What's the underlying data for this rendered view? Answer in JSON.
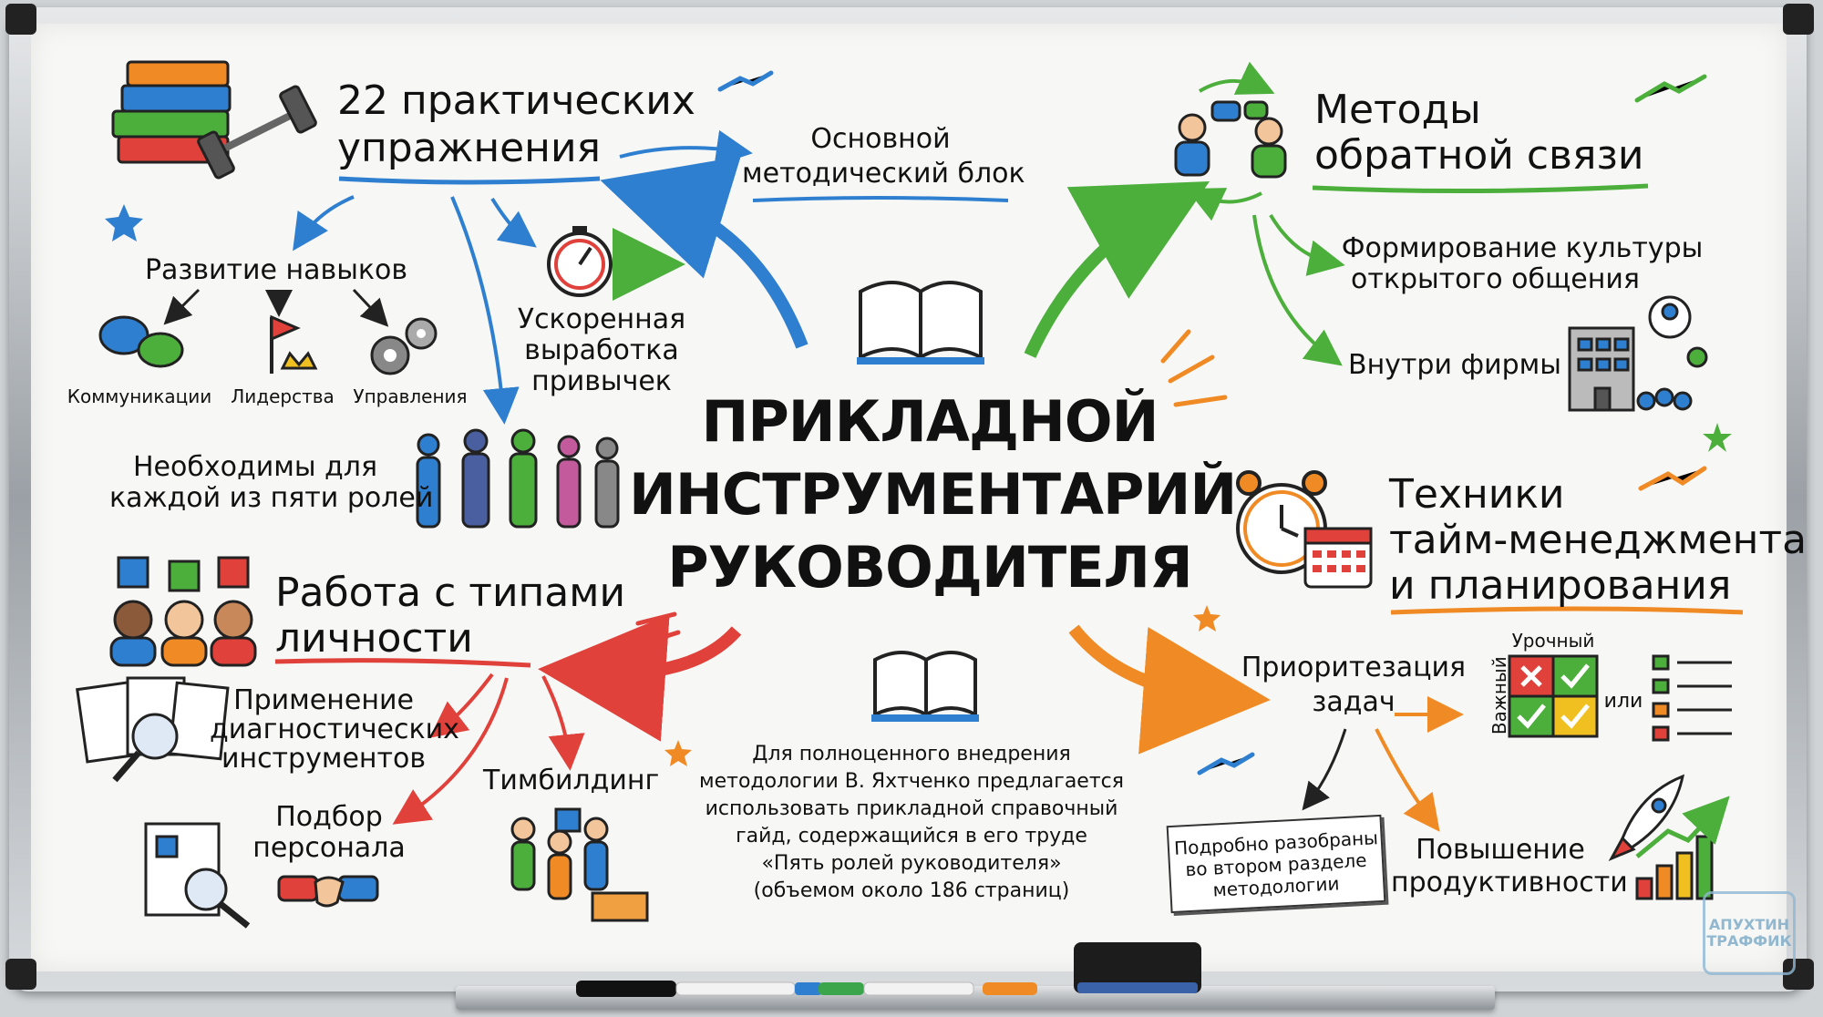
{
  "center_title": {
    "line1": "ПРИКЛАДНОЙ",
    "line2": "ИНСТРУМЕНТАРИЙ",
    "line3": "РУКОВОДИТЕЛЯ"
  },
  "exercises": {
    "title_line1": "22 практических",
    "title_line2": "упражнения",
    "skills": "Развитие навыков",
    "skill_items": [
      "Коммуникации",
      "Лидерства",
      "Управления"
    ],
    "habits_line1": "Ускоренная",
    "habits_line2": "выработка",
    "habits_line3": "привычек",
    "roles_line1": "Необходимы для",
    "roles_line2": "каждой из пяти ролей"
  },
  "method_block": {
    "line1": "Основной",
    "line2": "методический блок"
  },
  "feedback": {
    "title_line1": "Методы",
    "title_line2": "обратной связи",
    "culture_line1": "Формирование культуры",
    "culture_line2": "открытого общения",
    "inside": "Внутри фирмы"
  },
  "time": {
    "title_line1": "Техники",
    "title_line2": "тайм-менеджмента",
    "title_line3": "и планирования",
    "prio_line1": "Приоритезация",
    "prio_line2": "задач",
    "urgent": "Урочный",
    "important": "Важный",
    "or": "или",
    "note_line1": "Подробно разобраны",
    "note_line2": "во втором разделе",
    "note_line3": "методологии",
    "prod_line1": "Повышение",
    "prod_line2": "продуктивности"
  },
  "personality": {
    "title_line1": "Работа с типами",
    "title_line2": "личности",
    "diag_line1": "Применение",
    "diag_line2": "диагностических",
    "diag_line3": "инструментов",
    "hiring_line1": "Подбор",
    "hiring_line2": "персонала",
    "teambuilding": "Тимбилдинг"
  },
  "guide": {
    "line1": "Для полноценного внедрения",
    "line2": "методологии В. Яхтченко предлагается",
    "line3": "использовать прикладной справочный",
    "line4": "гайд, содержащийся в его труде",
    "line5": "«Пять ролей руководителя»",
    "line6": "(объемом около 186 страниц)"
  },
  "watermark": {
    "line1": "АПУХТИН",
    "line2": "ТРАФФИК"
  },
  "colors": {
    "blue": "#2f7fd0",
    "green": "#4caf3c",
    "red": "#e0413a",
    "orange": "#f08a24"
  }
}
